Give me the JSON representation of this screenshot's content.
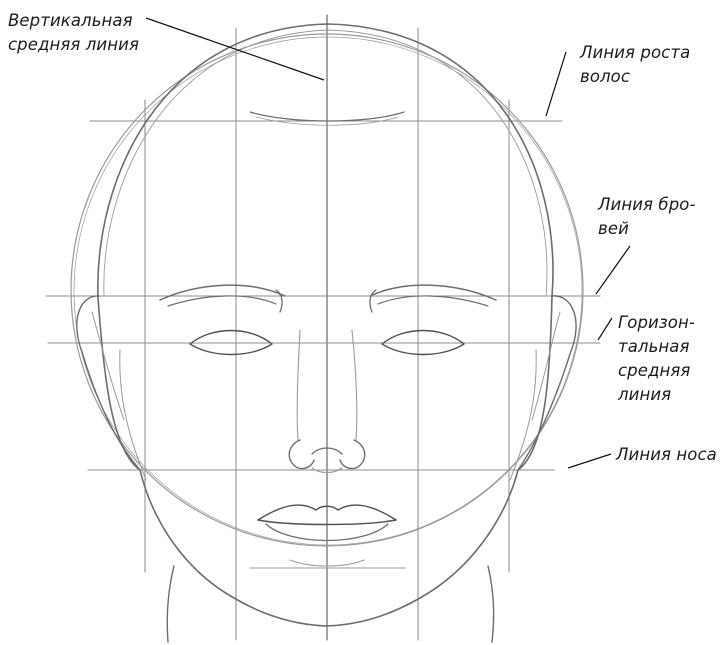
{
  "annotations": {
    "vertical_midline": [
      "Вертикальная",
      "средняя линия"
    ],
    "hairline": [
      "Линия роста",
      "волос"
    ],
    "brow_line": [
      "Линия бро-",
      "вей"
    ],
    "horizontal_midline": [
      "Горизон-",
      "тальная",
      "средняя",
      "линия"
    ],
    "nose_line": [
      "Линия носа"
    ]
  },
  "colors": {
    "background": "#ffffff",
    "pencil_line": "#6d6d6d",
    "guide_line": "#8e8e8e",
    "label_text": "#1b1b1b",
    "leader_line": "#111111"
  }
}
